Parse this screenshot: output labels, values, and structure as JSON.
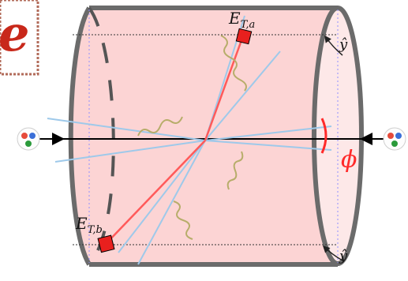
{
  "corner_label": {
    "text": "e"
  },
  "labels": {
    "jet_a": {
      "base": "E",
      "sub": "T,a"
    },
    "jet_b": {
      "base": "E",
      "sub": "T,b"
    },
    "y_top": {
      "text": "ŷ"
    },
    "y_bottom": {
      "text": "ŷ"
    },
    "phi": {
      "text": "ϕ"
    }
  },
  "colors": {
    "cylinder_fill": "#fcd4d4",
    "cylinder_outline": "#6b6b6b",
    "beam_line": "#000000",
    "jet_line": "#ff5a5a",
    "jet_box": "#e8201e",
    "track_line": "#9ec9ea",
    "gluon": "#b7ad6a",
    "phi_arc": "#ff2a2a",
    "corner_label": "#c8281a"
  },
  "icons": {
    "left_beam": "proton-icon",
    "right_beam": "proton-icon"
  }
}
